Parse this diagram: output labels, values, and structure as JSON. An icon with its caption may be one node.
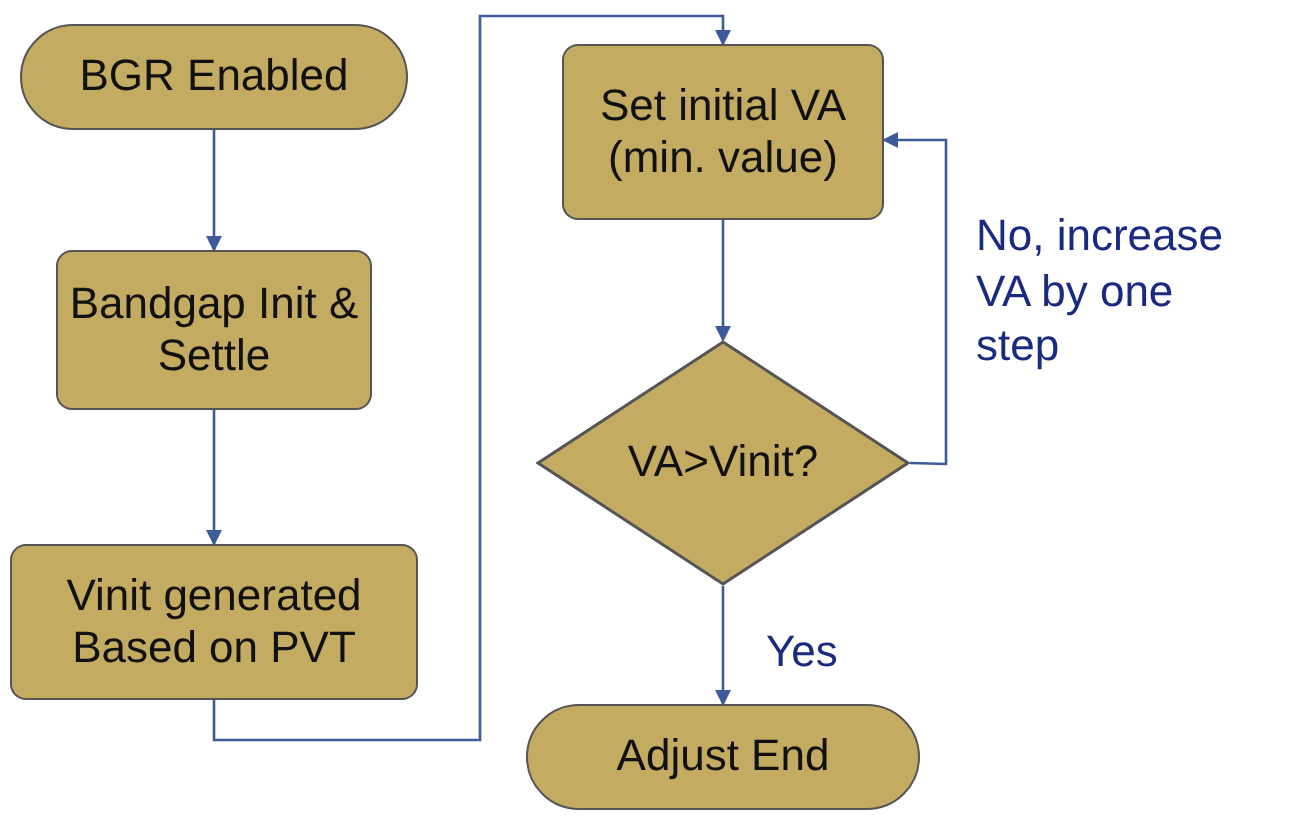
{
  "diagram": {
    "nodes": [
      {
        "text": [
          "BGR Enabled"
        ]
      },
      {
        "text": [
          "Bandgap Init & Settle"
        ]
      },
      {
        "text": [
          "Vinit generated Based on PVT"
        ]
      },
      {
        "text": [
          "Set initial VA (min. value)"
        ]
      },
      {
        "text": [
          "VA>Vinit?"
        ]
      },
      {
        "text": [
          "Adjust End"
        ]
      }
    ],
    "edges": [
      {
        "from": 0,
        "to": 1,
        "arrow": "to"
      },
      {
        "from": 1,
        "to": 2,
        "arrow": "to"
      },
      {
        "from": 2,
        "to": 3,
        "arrow": "to"
      },
      {
        "from": 3,
        "to": 4,
        "arrow": "to"
      },
      {
        "from": 4,
        "to": 3,
        "arrow": "to",
        "label": "No, increase VA by one step"
      },
      {
        "from": 4,
        "to": 5,
        "arrow": "to",
        "label": "Yes"
      }
    ]
  }
}
